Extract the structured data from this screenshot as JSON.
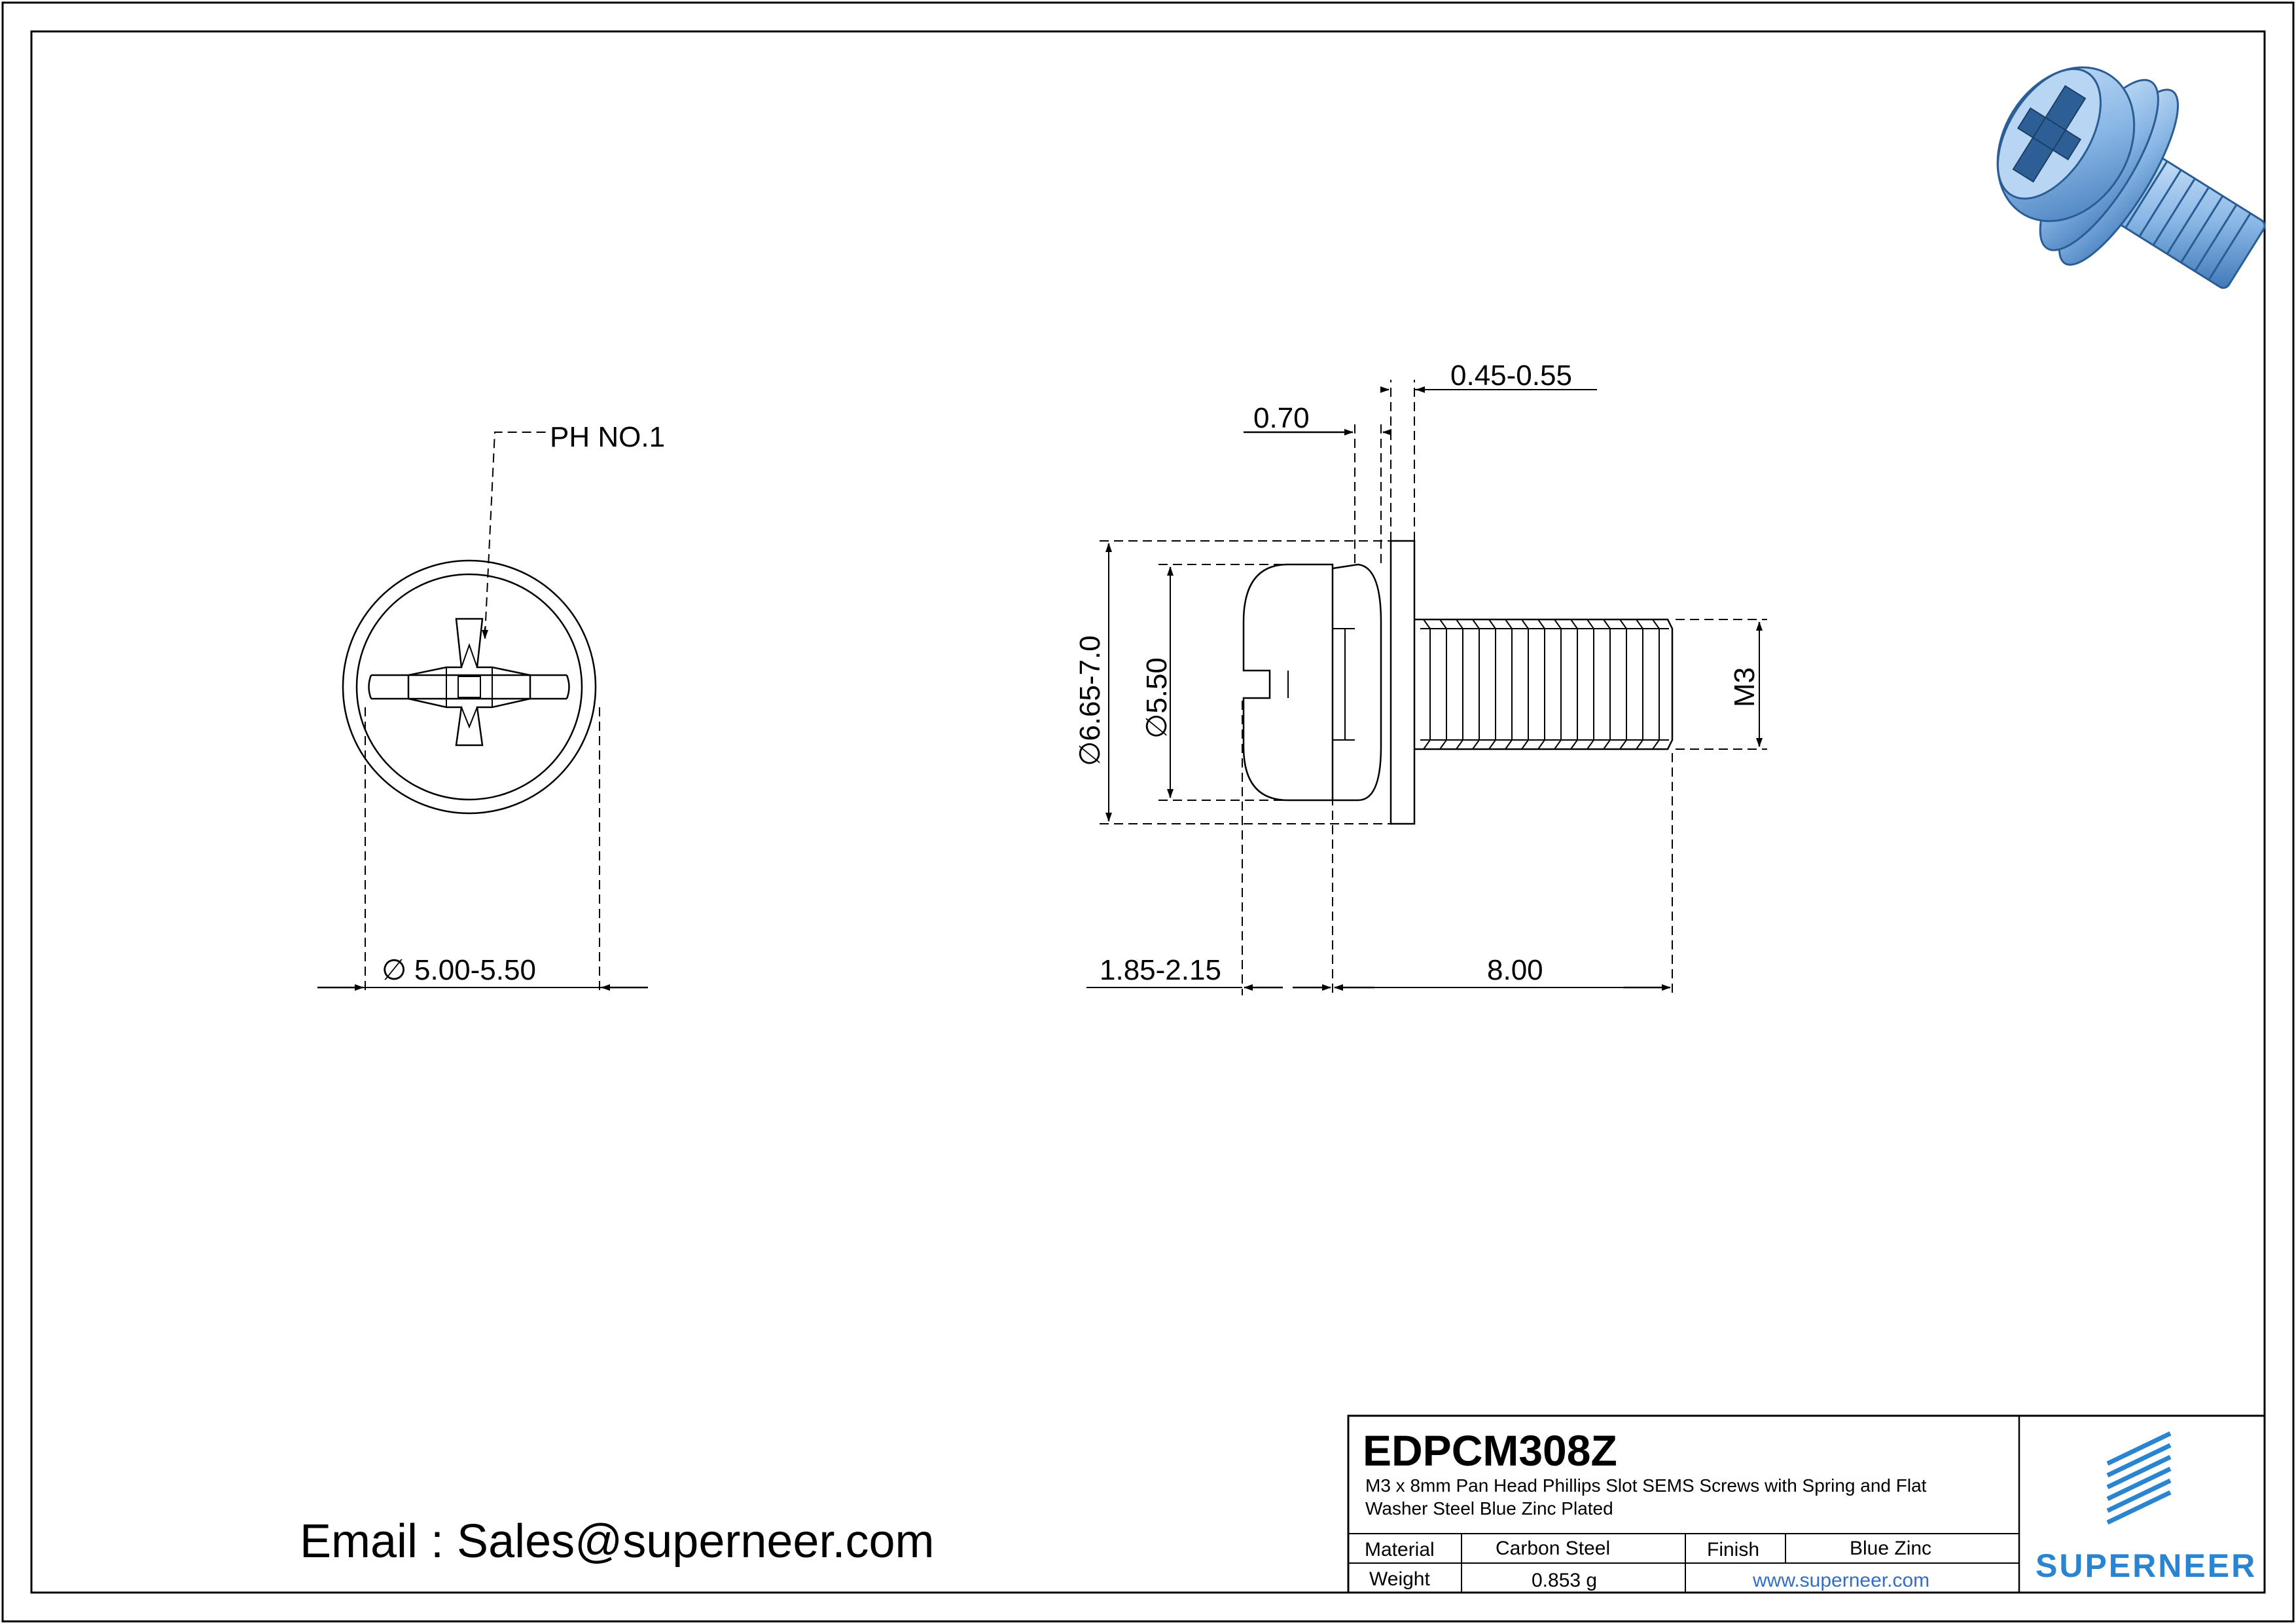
{
  "views": {
    "end": {
      "recess_label": "PH NO.1",
      "head_dia_label": "5.00-5.50"
    },
    "side": {
      "washer_od_label": "6.65-7.0",
      "spring_od_label": "5.50",
      "flat_washer_thk_label": "0.45-0.55",
      "spring_washer_thk_label": "0.70",
      "head_height_label": "1.85-2.15",
      "length_label": "8.00",
      "thread_label": "M3"
    }
  },
  "title_block": {
    "code": "EDPCM308Z",
    "description_line1": "M3 x 8mm Pan Head Phillips Slot SEMS Screws with Spring and Flat",
    "description_line2": "Washer Steel Blue Zinc Plated",
    "material_label": "Material",
    "material_value": "Carbon Steel",
    "finish_label": "Finish",
    "finish_value": "Blue Zinc",
    "weight_label": "Weight",
    "weight_value": "0.853 g",
    "website": "www.superneer.com",
    "brand": "SUPERNEER"
  },
  "email": "Email : Sales@superneer.com",
  "colors": {
    "screw_blue": "#8ab7e6",
    "screw_blue_dark": "#3f78b8",
    "brand_blue": "#2a84d0",
    "link_blue": "#2f6fc9"
  }
}
